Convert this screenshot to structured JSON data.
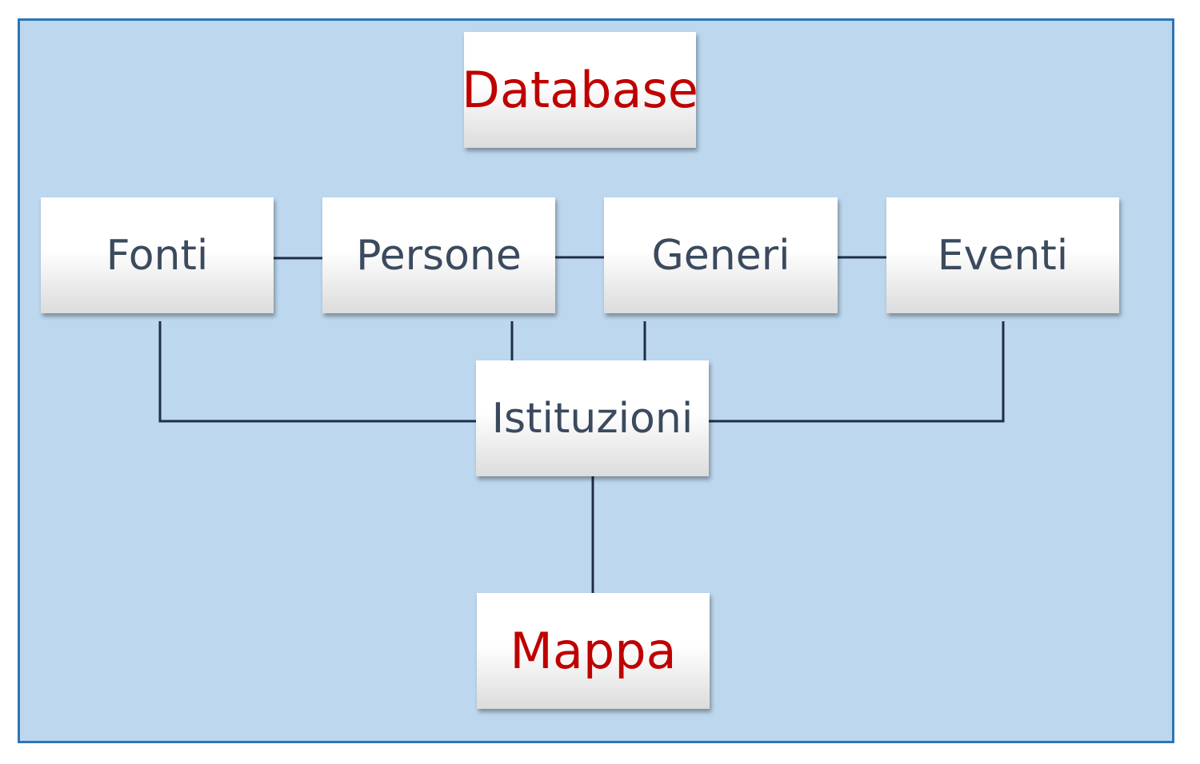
{
  "diagram": {
    "colors": {
      "background": "#bdd7ee",
      "frame_border": "#2e75b6",
      "connector": "#1f2d4d",
      "accent_text": "#c00000",
      "entity_text": "#3b4a5e"
    },
    "nodes": {
      "database": "Database",
      "fonti": "Fonti",
      "persone": "Persone",
      "generi": "Generi",
      "eventi": "Eventi",
      "istituzioni": "Istituzioni",
      "mappa": "Mappa"
    },
    "edges": [
      [
        "fonti",
        "persone"
      ],
      [
        "persone",
        "generi"
      ],
      [
        "generi",
        "eventi"
      ],
      [
        "fonti",
        "istituzioni"
      ],
      [
        "persone",
        "istituzioni"
      ],
      [
        "generi",
        "istituzioni"
      ],
      [
        "eventi",
        "istituzioni"
      ],
      [
        "istituzioni",
        "mappa"
      ]
    ]
  }
}
